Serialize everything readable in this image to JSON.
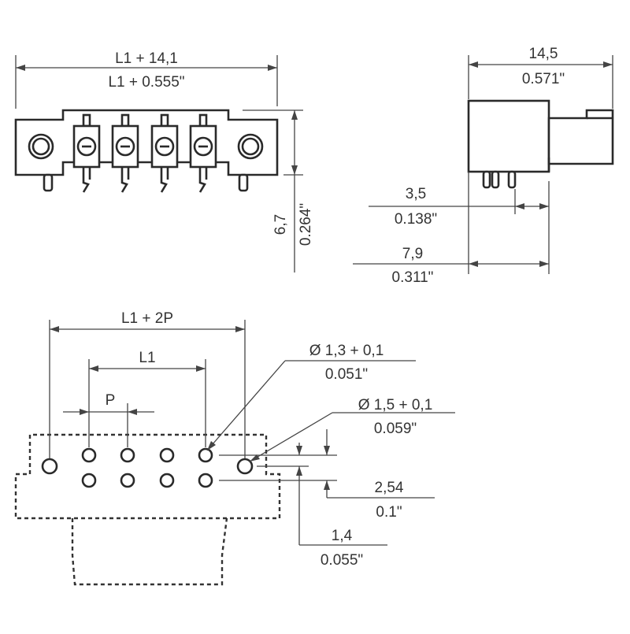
{
  "front_view": {
    "width_mm": "L1 + 14,1",
    "width_in": "L1 + 0.555\"",
    "height_mm": "6,7",
    "height_in": "0.264\""
  },
  "side_view": {
    "depth_mm": "14,5",
    "depth_in": "0.571\"",
    "pin_offset_mm": "3,5",
    "pin_offset_in": "0.138\"",
    "body_depth_mm": "7,9",
    "body_depth_in": "0.311\""
  },
  "footprint": {
    "overall_pitch": "L1 + 2P",
    "span": "L1",
    "pitch": "P",
    "hole_small_mm": "Ø 1,3 + 0,1",
    "hole_small_in": "0.051\"",
    "hole_large_mm": "Ø 1,5 + 0,1",
    "hole_large_in": "0.059\"",
    "row_spacing_mm": "2,54",
    "row_spacing_in": "0.1\"",
    "offset_mm": "1,4",
    "offset_in": "0.055\""
  }
}
